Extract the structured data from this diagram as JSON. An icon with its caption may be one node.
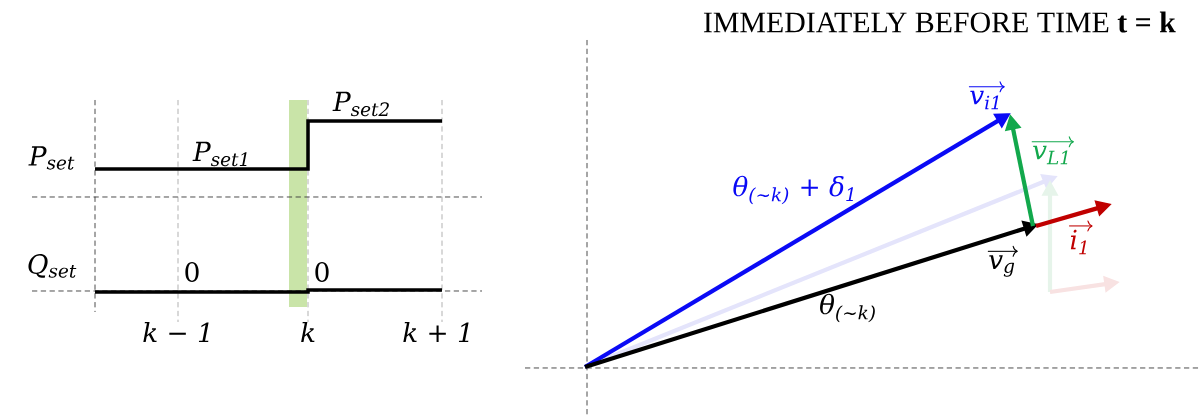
{
  "diagram": {
    "title": "IMMEDIATELY BEFORE TIME **t = k**",
    "labels": [
      "P$_{set}$",
      "P$_{set2}$",
      "P$_{set1}$",
      "Q$_{set}$",
      "0",
      "0",
      "k − 1",
      "k",
      "k + 1",
      "v$_{i1}$",
      "v$_{L1}$",
      "θ$_{(∼k)}$ + δ$_{1}$",
      "i$_{1}$",
      "v$_{g}$",
      "θ$_{(∼k)}$"
    ]
  }
}
